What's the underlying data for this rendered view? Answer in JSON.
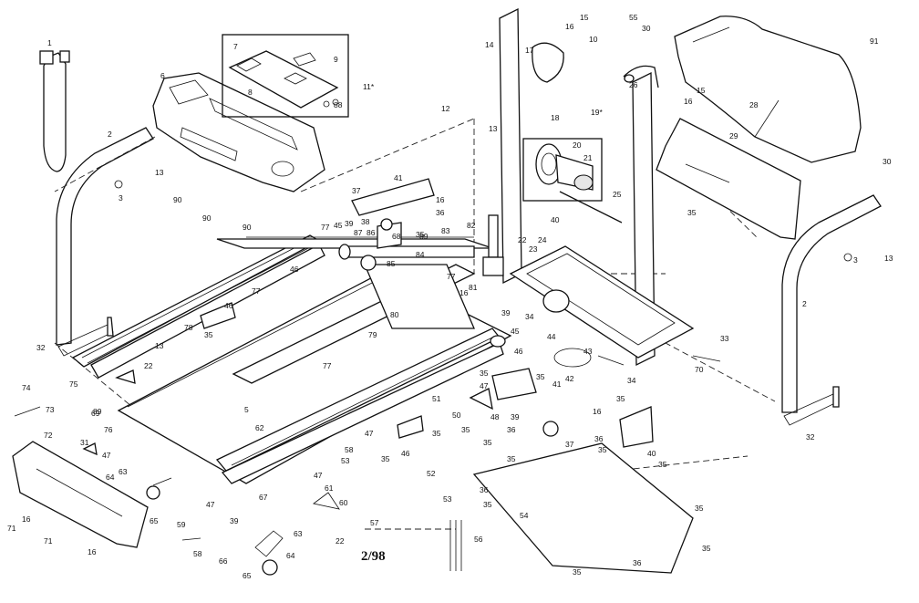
{
  "diagram": {
    "date_code": "2/98",
    "part_labels": [
      "1",
      "2",
      "3",
      "5",
      "6",
      "7",
      "8",
      "9",
      "10",
      "11*",
      "12",
      "13",
      "14",
      "15",
      "16",
      "17",
      "18",
      "19*",
      "20",
      "21",
      "22",
      "23",
      "24",
      "25",
      "26",
      "28",
      "29",
      "30",
      "31",
      "32",
      "33",
      "34",
      "35",
      "36",
      "37",
      "38",
      "39",
      "40",
      "41",
      "42",
      "43",
      "44",
      "45",
      "46",
      "47",
      "48",
      "50",
      "51",
      "52",
      "53",
      "54",
      "55",
      "56",
      "57",
      "58",
      "59",
      "60",
      "61",
      "62",
      "63",
      "64",
      "65",
      "66",
      "67",
      "68",
      "69",
      "70",
      "71",
      "72",
      "73",
      "74",
      "75",
      "76",
      "77",
      "78",
      "79",
      "80",
      "81",
      "82",
      "83",
      "84",
      "85",
      "86",
      "87",
      "88",
      "89",
      "90",
      "91"
    ]
  }
}
